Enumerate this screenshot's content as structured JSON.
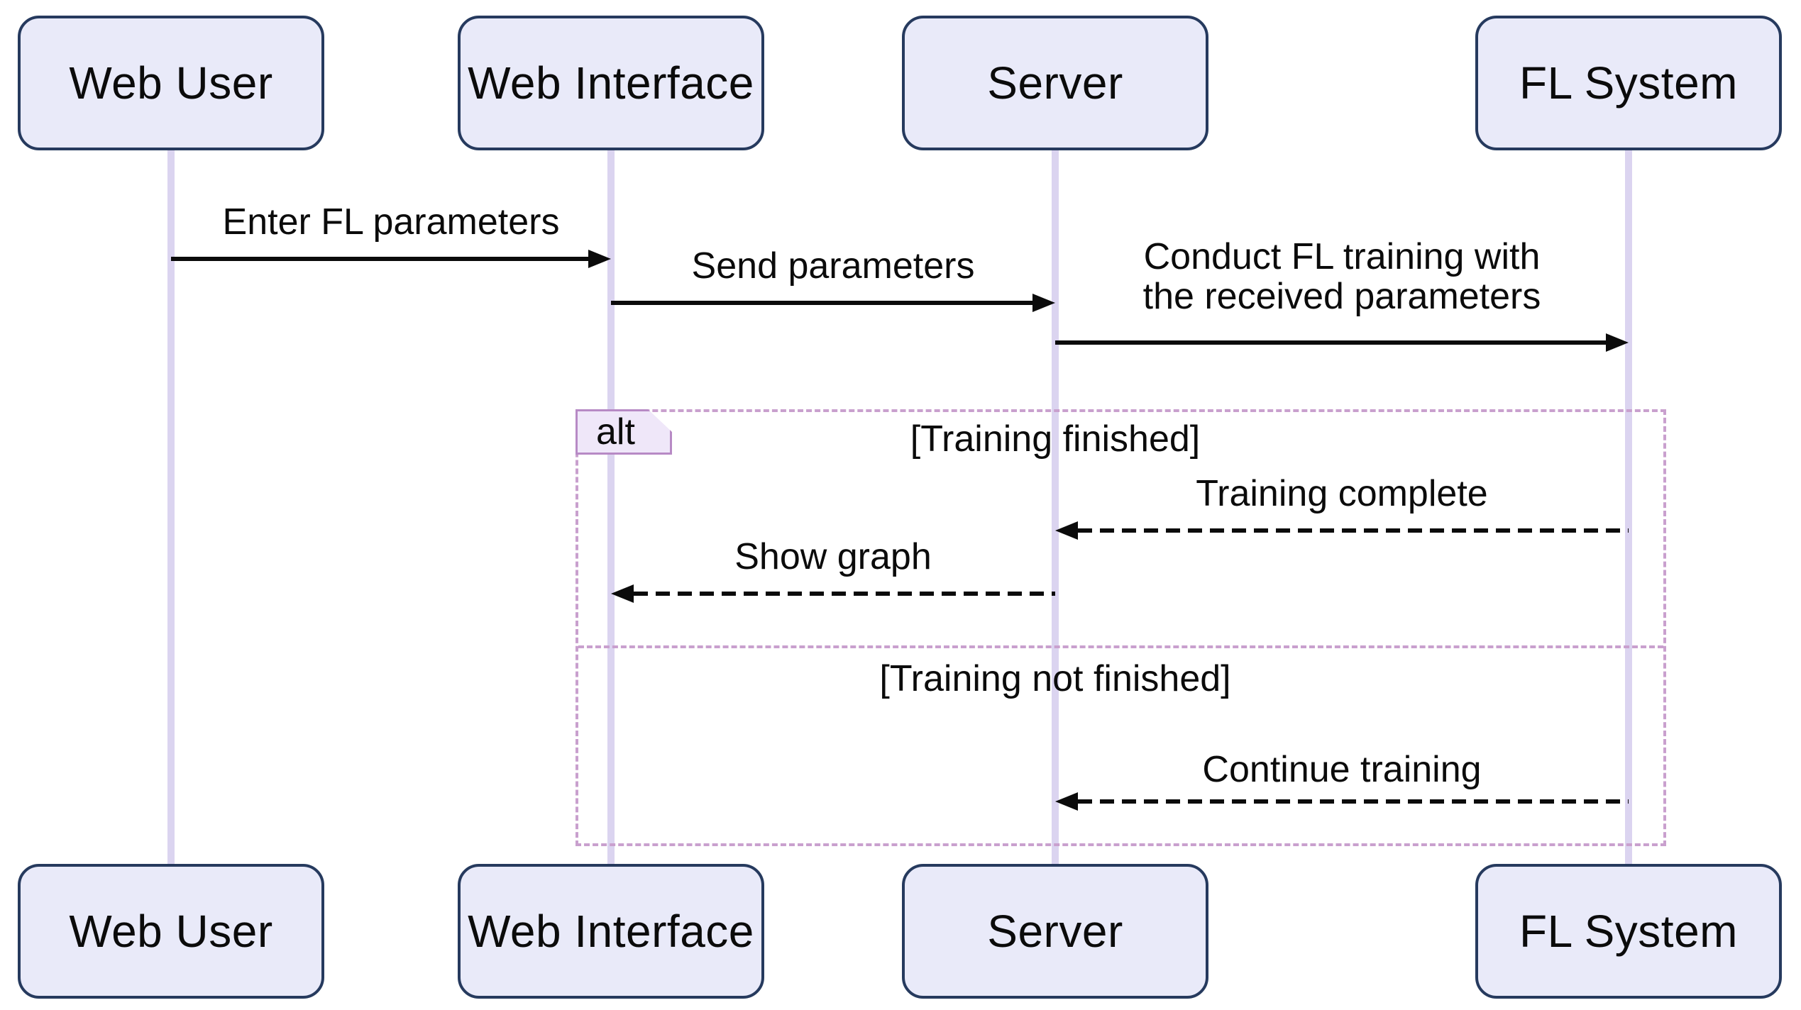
{
  "diagram": {
    "type": "sequence-diagram",
    "actors": [
      {
        "name": "Web User"
      },
      {
        "name": "Web Interface"
      },
      {
        "name": "Server"
      },
      {
        "name": "FL System"
      }
    ],
    "messages": [
      {
        "from": "Web User",
        "to": "Web Interface",
        "style": "solid",
        "label": "Enter FL parameters"
      },
      {
        "from": "Web Interface",
        "to": "Server",
        "style": "solid",
        "label": "Send parameters"
      },
      {
        "from": "Server",
        "to": "FL System",
        "style": "solid",
        "label": "Conduct FL training with the received parameters",
        "label_line1": "Conduct FL training with",
        "label_line2": "the received parameters"
      },
      {
        "from": "FL System",
        "to": "Server",
        "style": "dashed",
        "label": "Training complete"
      },
      {
        "from": "Server",
        "to": "Web Interface",
        "style": "dashed",
        "label": "Show graph"
      },
      {
        "from": "FL System",
        "to": "Server",
        "style": "dashed",
        "label": "Continue training"
      }
    ],
    "alt_frame": {
      "label": "alt",
      "sections": [
        {
          "guard": "[Training finished]"
        },
        {
          "guard": "[Training not finished]"
        }
      ]
    },
    "colors": {
      "actor_fill": "#e9eaf9",
      "actor_border": "#263a5e",
      "lifeline": "#dbd4f0",
      "frame_border": "#c9a0ce",
      "frame_label_fill": "#efe7f9",
      "frame_label_border": "#b78ac5",
      "message": "#0b0b0b",
      "background": "#ffffff"
    }
  }
}
